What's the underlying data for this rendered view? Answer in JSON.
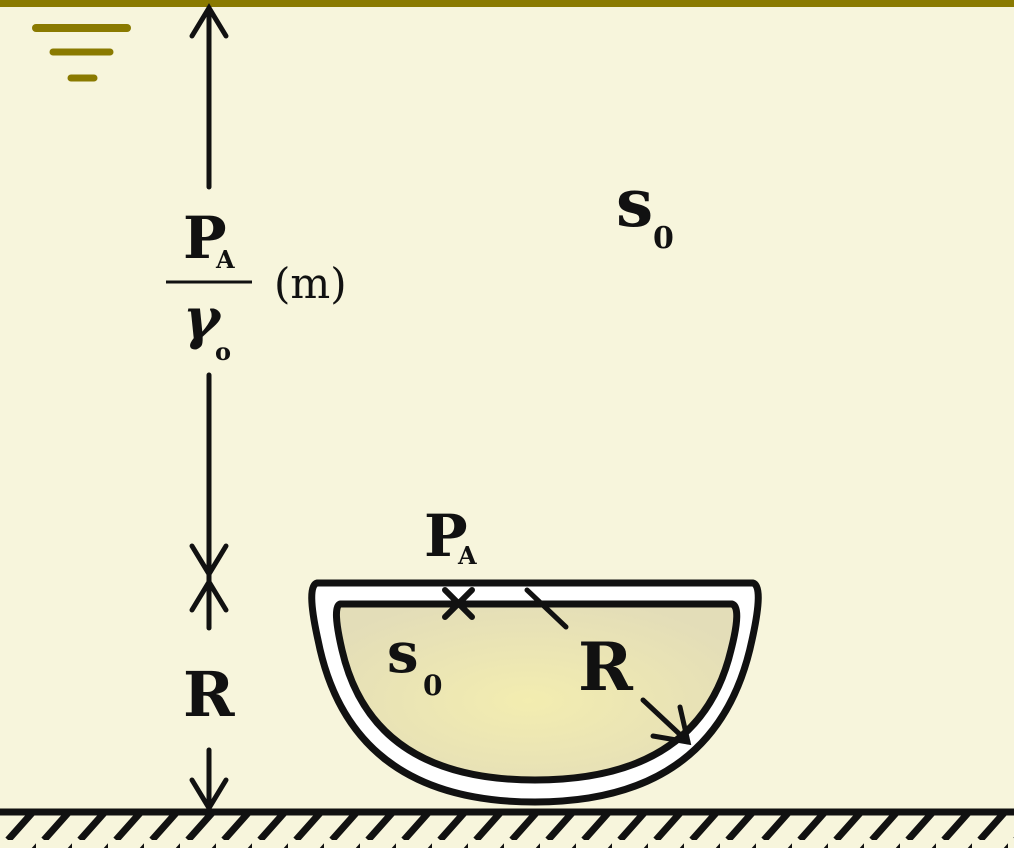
{
  "colors": {
    "background": "#f7f5dc",
    "water_surface": "#8a7a00",
    "ink": "#111111",
    "shell_inner_fill": "#ece6b0",
    "shell_wall": "#ffffff"
  },
  "icons": {
    "free_surface": "water-level-icon",
    "ground": "hatched-ground-icon",
    "point_marker": "cross-icon"
  },
  "labels": {
    "head_numerator_main": "P",
    "head_numerator_sub": "A",
    "head_denominator_main": "γ",
    "head_denominator_sub": "o",
    "head_unit": "(m)",
    "outer_fluid_main": "s",
    "outer_fluid_sub": "0",
    "inner_fluid_main": "s",
    "inner_fluid_sub": "0",
    "point_main": "P",
    "point_sub": "A",
    "radius_dim": "R",
    "radius_label": "R"
  }
}
